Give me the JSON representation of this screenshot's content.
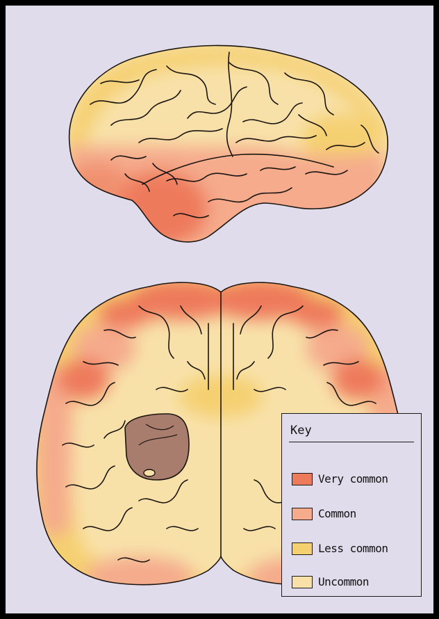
{
  "key": {
    "title": "Key",
    "items": [
      {
        "label": "Very common",
        "color": "#ee7a5c"
      },
      {
        "label": "Common",
        "color": "#f5ab8c"
      },
      {
        "label": "Less common",
        "color": "#f5d071"
      },
      {
        "label": "Uncommon",
        "color": "#f8e1a9"
      }
    ]
  }
}
